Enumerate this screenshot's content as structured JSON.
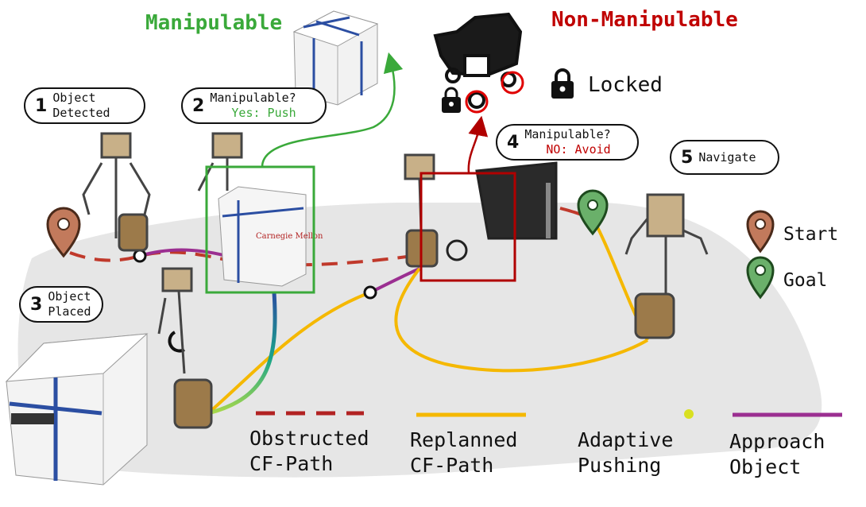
{
  "headings": {
    "manipulable": "Manipulable",
    "non_manipulable": "Non-Manipulable"
  },
  "steps": [
    {
      "num": "1",
      "line1": "Object",
      "line2": "Detected"
    },
    {
      "num": "2",
      "line1": "Manipulable?",
      "line2": "Yes: Push"
    },
    {
      "num": "3",
      "line1": "Object",
      "line2": "Placed"
    },
    {
      "num": "4",
      "line1": "Manipulable?",
      "line2": "NO: Avoid"
    },
    {
      "num": "5",
      "line1": "Navigate",
      "line2": ""
    }
  ],
  "locked_label": "Locked",
  "markers": {
    "start": "Start",
    "goal": "Goal"
  },
  "legend": [
    {
      "line1": "Obstructed",
      "line2": "CF-Path"
    },
    {
      "line1": "Replanned",
      "line2": "CF-Path"
    },
    {
      "line1": "Adaptive",
      "line2": "Pushing"
    },
    {
      "line1": "Approach",
      "line2": "Object"
    }
  ],
  "box_label": "Carnegie Mellon",
  "colors": {
    "obstructed": "#b22222",
    "replanned": "#f5b800",
    "approach": "#9b2f91",
    "push_start": "#2b4ea2",
    "push_end": "#d9e021",
    "manipulable": "#3aa93a",
    "non_manipulable": "#c00000",
    "start_pin": "#c27a5c",
    "goal_pin": "#6ab06a",
    "floor": "#e6e6e6"
  }
}
